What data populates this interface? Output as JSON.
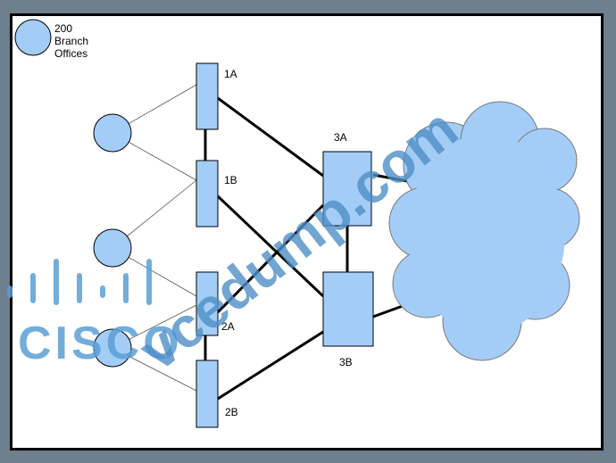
{
  "legend": {
    "line1": "200",
    "line2": "Branch",
    "line3": "Offices"
  },
  "nodes": {
    "n1A": "1A",
    "n1B": "1B",
    "n2A": "2A",
    "n2B": "2B",
    "n3A": "3A",
    "n3B": "3B"
  },
  "watermark": {
    "site": "vcedump.com",
    "brand": "CISCO"
  },
  "colors": {
    "node_fill": "#a3cdf7",
    "cloud_fill": "#a3cdf7",
    "stroke": "#000000",
    "watermark": "#5a9fd6"
  }
}
